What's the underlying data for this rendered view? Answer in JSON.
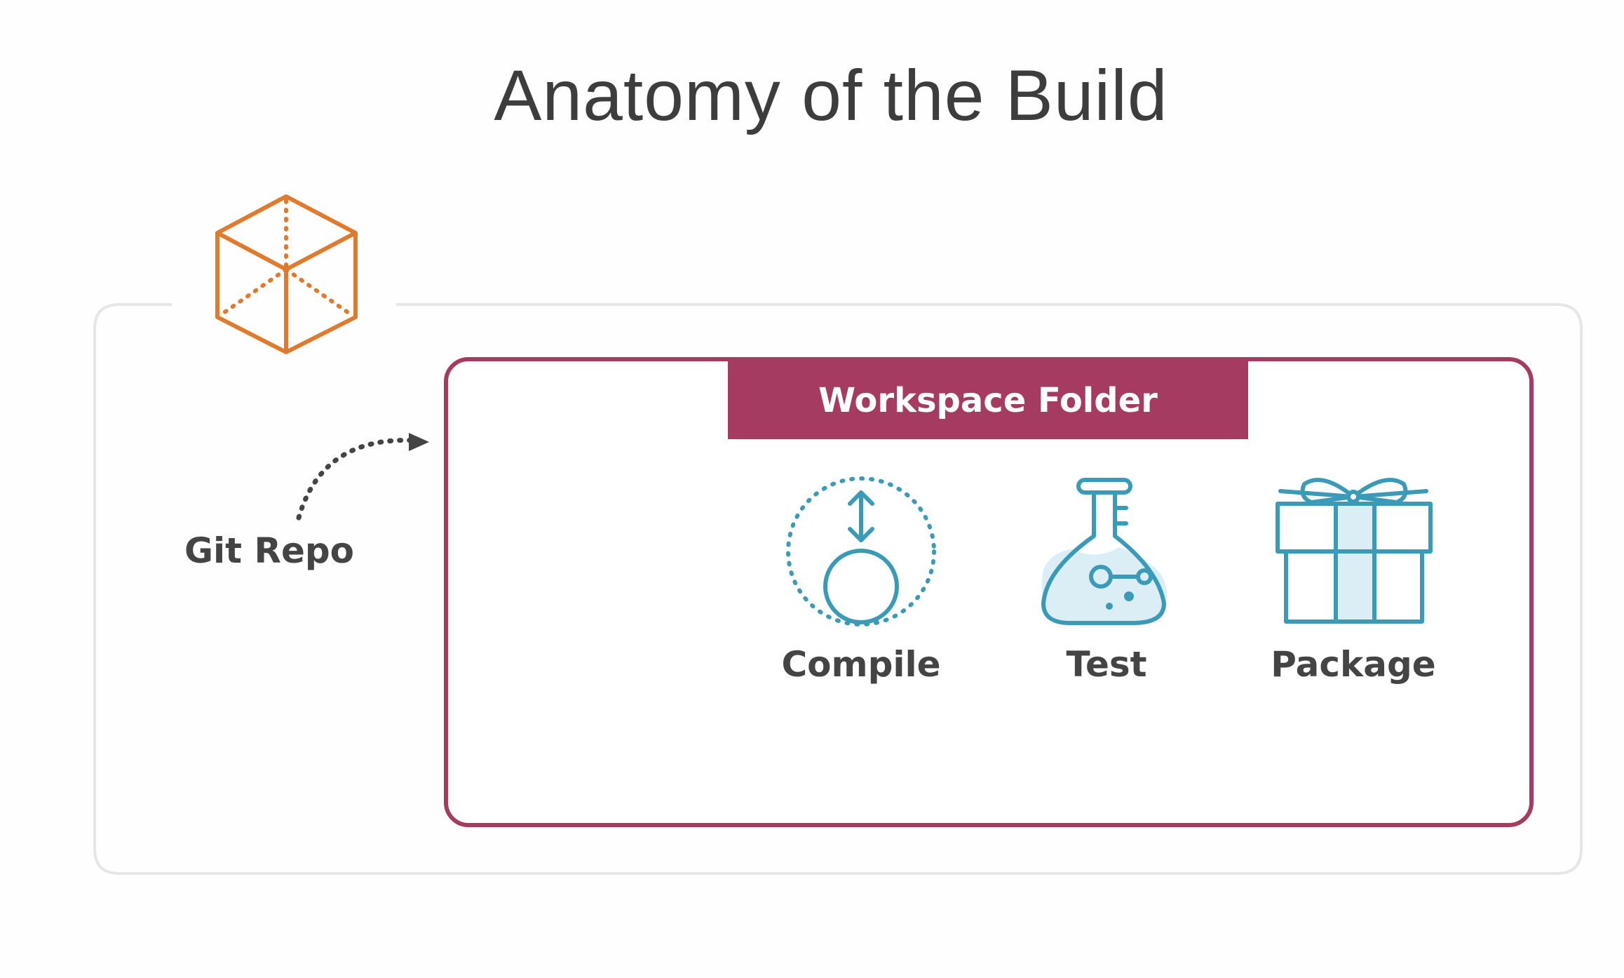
{
  "title": "Anatomy of the Build",
  "source": {
    "label": "Git Repo",
    "icon": "cube-icon"
  },
  "workspace": {
    "header": "Workspace Folder",
    "color": "#a63b62"
  },
  "steps": [
    {
      "label": "Compile",
      "icon": "compile-icon"
    },
    {
      "label": "Test",
      "icon": "flask-icon"
    },
    {
      "label": "Package",
      "icon": "gift-icon"
    }
  ],
  "colors": {
    "cube": "#e07a2c",
    "steps": "#3a9bb8",
    "step_fill": "#dbeef5",
    "outer_border": "#e6e6e6",
    "text": "#444444"
  }
}
